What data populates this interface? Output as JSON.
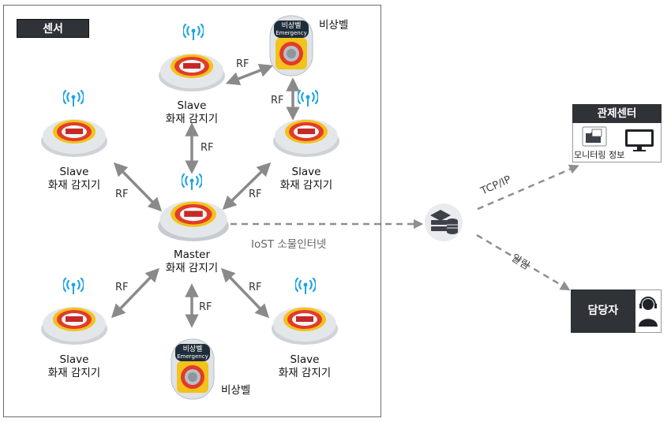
{
  "sensor_tag": "센서",
  "nodes": {
    "master": {
      "line1": "Master",
      "line2": "화재 감지기"
    },
    "slave_top": {
      "line1": "Slave",
      "line2": "화재 감지기"
    },
    "slave_left": {
      "line1": "Slave",
      "line2": "화재 감지기"
    },
    "slave_right": {
      "line1": "Slave",
      "line2": "화재 감지기"
    },
    "slave_bottom_left": {
      "line1": "Slave",
      "line2": "화재 감지기"
    },
    "slave_bottom_right": {
      "line1": "Slave",
      "line2": "화재 감지기"
    },
    "bell_top": {
      "label": "비상벨"
    },
    "bell_bottom": {
      "label": "비상벨"
    }
  },
  "bell_face": {
    "line1": "비상벨",
    "line2": "Emergency"
  },
  "link_label": "RF",
  "iot_label": "IoST 소물인터넷",
  "tcp_label": "TCP/IP",
  "alarm_label": "알림",
  "control_center": {
    "title": "관제센터",
    "subtitle": "모니터링 정보"
  },
  "staff": {
    "label": "담당자"
  },
  "icons": [
    "wifi-icon",
    "fire-detector-icon",
    "emergency-bell-icon",
    "server-icon",
    "folder-icon",
    "monitor-icon",
    "person-headset-icon"
  ],
  "colors": {
    "dark_label": "#2f3237",
    "arrow": "#8a8a8a",
    "dashed": "#8f8f8f",
    "wifi": "#1fa6e0",
    "ring_red": "#e23b2a",
    "ring_yellow": "#f3c21b"
  }
}
